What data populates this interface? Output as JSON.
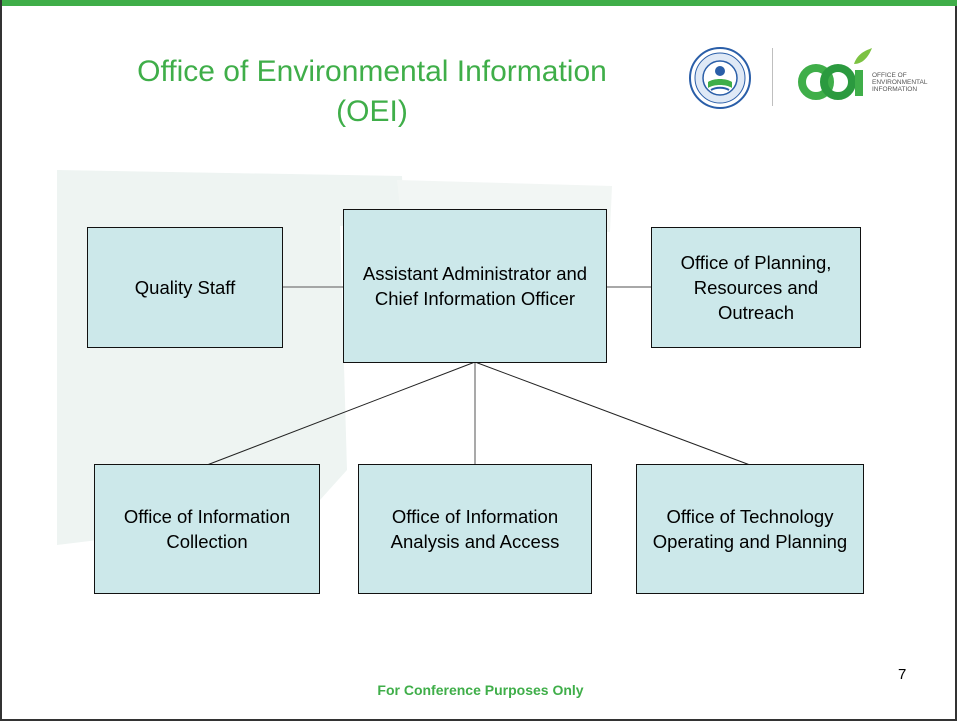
{
  "slide": {
    "title_line1": "Office of Environmental Information",
    "title_line2": "(OEI)",
    "footer": "For Conference Purposes Only",
    "page_number": "7",
    "accent_color": "#3fae49",
    "box_color": "#cce8ea"
  },
  "logos": {
    "epa_seal_icon": "epa-seal-icon",
    "oei_logo_icon": "oei-logo-icon",
    "oei_logo_lines": [
      "OFFICE OF",
      "ENVIRONMENTAL",
      "INFORMATION"
    ]
  },
  "org_chart": {
    "center": "Assistant Administrator and Chief Information Officer",
    "left": "Quality Staff",
    "right": "Office of Planning, Resources and Outreach",
    "children": [
      "Office of Information Collection",
      "Office of Information Analysis and Access",
      "Office of Technology Operating and Planning"
    ]
  }
}
